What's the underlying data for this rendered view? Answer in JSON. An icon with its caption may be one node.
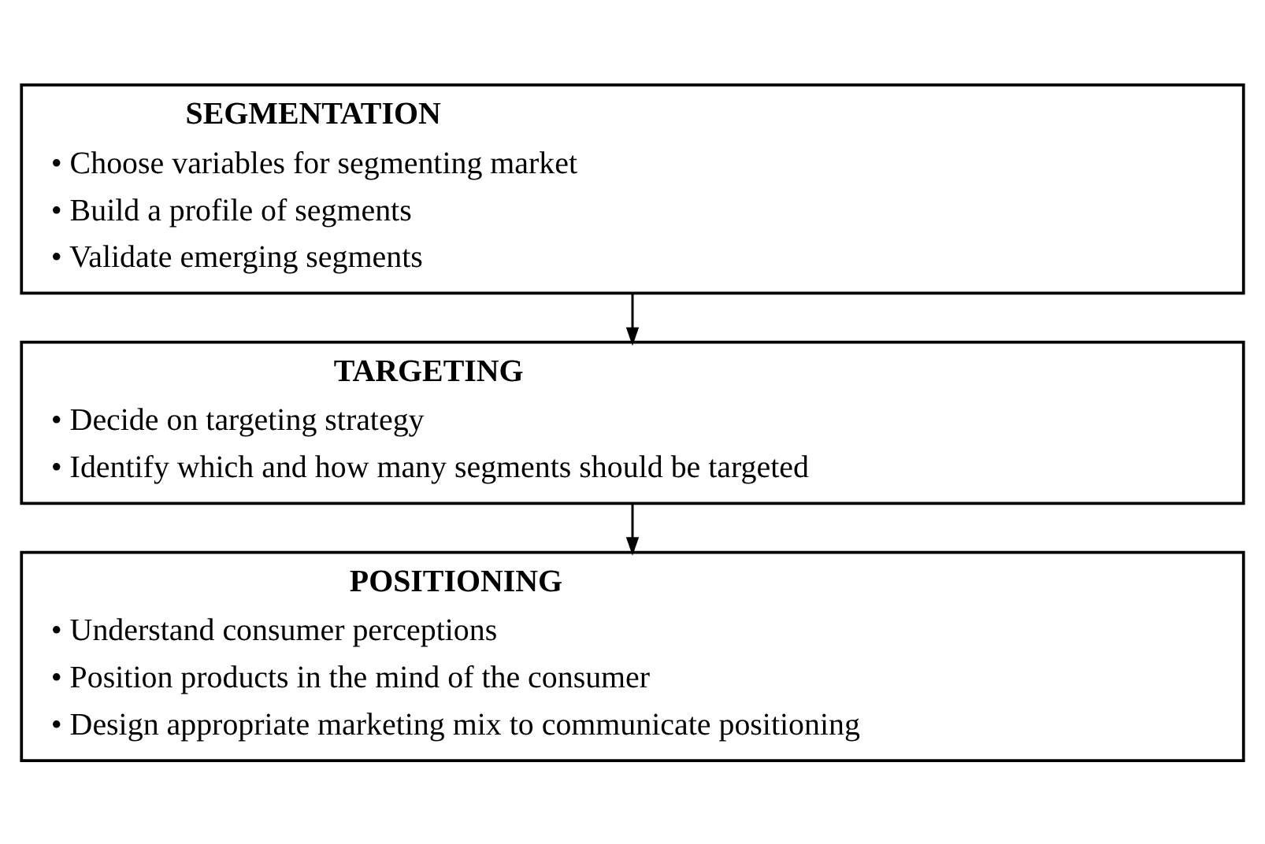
{
  "diagram": {
    "nodes": [
      {
        "text": [
          "SEGMENTATION",
          "• Choose variables for segmenting market",
          "• Build a profile of segments",
          "• Validate emerging segments"
        ]
      },
      {
        "text": [
          "TARGETING",
          "• Decide on targeting strategy",
          "• Identify which and how many segments should be targeted"
        ]
      },
      {
        "text": [
          "POSITIONING",
          "• Understand consumer perceptions",
          "• Position products in the mind of the consumer",
          "• Design appropriate marketing mix to communicate positioning"
        ]
      }
    ],
    "edges": [
      {
        "from": 0,
        "to": 1,
        "arrow": "to"
      },
      {
        "from": 1,
        "to": 2,
        "arrow": "to"
      }
    ]
  }
}
